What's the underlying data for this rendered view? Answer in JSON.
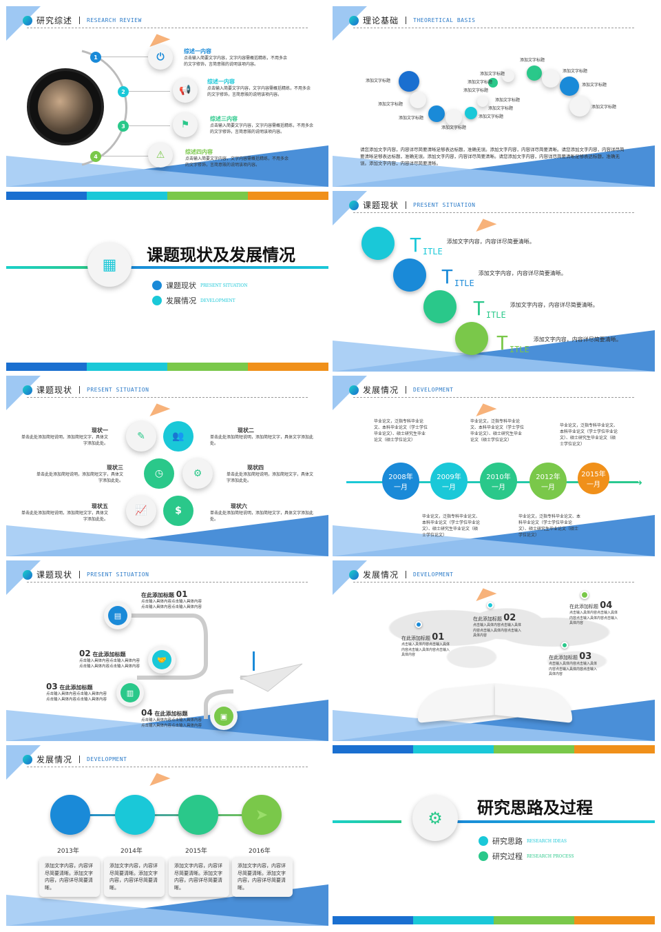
{
  "s1": {
    "title": "研究综述",
    "en": "RESEARCH REVIEW",
    "nums": [
      "1",
      "2",
      "3",
      "4"
    ],
    "items": [
      {
        "title": "综述一内容",
        "text": "点击输入简要文字内容，文字内容需概括精练，不用多余的文字修饰，言简意赅的说明该项内容。"
      },
      {
        "title": "综述一内容",
        "text": "点击输入简要文字内容，文字内容需概括精练，不用多余的文字修饰，言简意赅的说明该项内容。"
      },
      {
        "title": "综述三内容",
        "text": "点击输入简要文字内容，文字内容需概括精练，不用多余的文字修饰，言简意赅的说明该项内容。"
      },
      {
        "title": "综述四内容",
        "text": "点击输入简要文字内容，文字内容需概括精练，不用多余的文字修饰，言简意赅的说明该项内容。"
      }
    ]
  },
  "s2": {
    "title": "理论基础",
    "en": "THEORETICAL BASIS",
    "label": "添加文字标题",
    "para": "请您添加文字内容，内容详尽简要清晰足够表达标题，准确无误。添加文字内容，内容详尽简要清晰。请您添加文字内容，内容详尽简要清晰足够表达标题，准确无误。添加文字内容，内容详尽简要清晰。请您添加文字内容，内容详尽简要清晰足够表达标题，准确无误。添加文字内容，内容详尽简要清晰。"
  },
  "s3": {
    "title": "课题现状及发展情况",
    "items": [
      {
        "cn": "课题现状",
        "en": "PRESENT SITUATION"
      },
      {
        "cn": "发展情况",
        "en": "DEVELOPMENT"
      }
    ]
  },
  "s4": {
    "title": "课题现状",
    "en": "PRESENT SITUATION",
    "big": "T",
    "small": "ITLE",
    "text": "添加文字内容，内容详尽简要清晰。"
  },
  "s5": {
    "title": "课题现状",
    "en": "PRESENT SITUATION",
    "items": [
      {
        "title": "现状一",
        "text": "单击此处添加简短说明，添加简短文字，具体文字添加此处。"
      },
      {
        "title": "现状二",
        "text": "单击此处添加简短说明，添加简短文字，具体文字添加此处。"
      },
      {
        "title": "现状三",
        "text": "单击此处添加简短说明，添加简短文字，具体文字添加此处。"
      },
      {
        "title": "现状四",
        "text": "单击此处添加简短说明，添加简短文字，具体文字添加此处。"
      },
      {
        "title": "现状五",
        "text": "单击此处添加简短说明，添加简短文字，具体文字添加此处。"
      },
      {
        "title": "现状六",
        "text": "单击此处添加简短说明，添加简短文字，具体文字添加此处。"
      }
    ]
  },
  "s6": {
    "title": "发展情况",
    "en": "DEVELOPMENT",
    "years": [
      [
        "2008年",
        "一月"
      ],
      [
        "2009年",
        "一月"
      ],
      [
        "2010年",
        "一月"
      ],
      [
        "2012年",
        "一月"
      ],
      [
        "2015年",
        "一月"
      ]
    ],
    "text": "毕业论文，泛指专科毕业论文、本科毕业论文（学士学位毕业论文）、硕士研究生毕业论文（硕士学位论文）"
  },
  "s7": {
    "title": "课题现状",
    "en": "PRESENT SITUATION",
    "items": [
      {
        "n": "01",
        "t": "在此添加标题",
        "x": "点击输入具体内容点击输入具体内容点击输入具体内容点击输入具体内容"
      },
      {
        "n": "02",
        "t": "在此添加标题",
        "x": "点击输入具体内容点击输入具体内容点击输入具体内容点击输入具体内容"
      },
      {
        "n": "03",
        "t": "在此添加标题",
        "x": "点击输入具体内容点击输入具体内容点击输入具体内容点击输入具体内容"
      },
      {
        "n": "04",
        "t": "在此添加标题",
        "x": "点击输入具体内容点击输入具体内容点击输入具体内容点击输入具体内容"
      }
    ]
  },
  "s8": {
    "title": "发展情况",
    "en": "DEVELOPMENT",
    "items": [
      {
        "n": "01",
        "t": "在此添加标题",
        "x": "点击输入具体内容点击输入具体内容点击输入具体内容点击输入具体内容"
      },
      {
        "n": "02",
        "t": "在此添加标题",
        "x": "点击输入具体内容点击输入具体内容点击输入具体内容点击输入具体内容"
      },
      {
        "n": "03",
        "t": "在此添加标题",
        "x": "点击输入具体内容点击输入具体内容点击输入具体内容点击输入具体内容"
      },
      {
        "n": "04",
        "t": "在此添加标题",
        "x": "点击输入具体内容点击输入具体内容点击输入具体内容点击输入具体内容"
      }
    ]
  },
  "s9": {
    "title": "发展情况",
    "en": "DEVELOPMENT",
    "years": [
      "2013年",
      "2014年",
      "2015年",
      "2016年"
    ],
    "text": "添加文字内容，内容详尽简要清晰。添加文字内容，内容详尽简要清晰。"
  },
  "s10": {
    "title": "研究思路及过程",
    "items": [
      {
        "cn": "研究思路",
        "en": "RESEARCH IDEAS"
      },
      {
        "cn": "研究过程",
        "en": "RESEARCH PROCESS"
      }
    ]
  },
  "colors": {
    "blue": "#1a6fd0",
    "cyan": "#1ac8d8",
    "green": "#2ac88a",
    "lime": "#7ac84a",
    "orange": "#f0901a"
  }
}
